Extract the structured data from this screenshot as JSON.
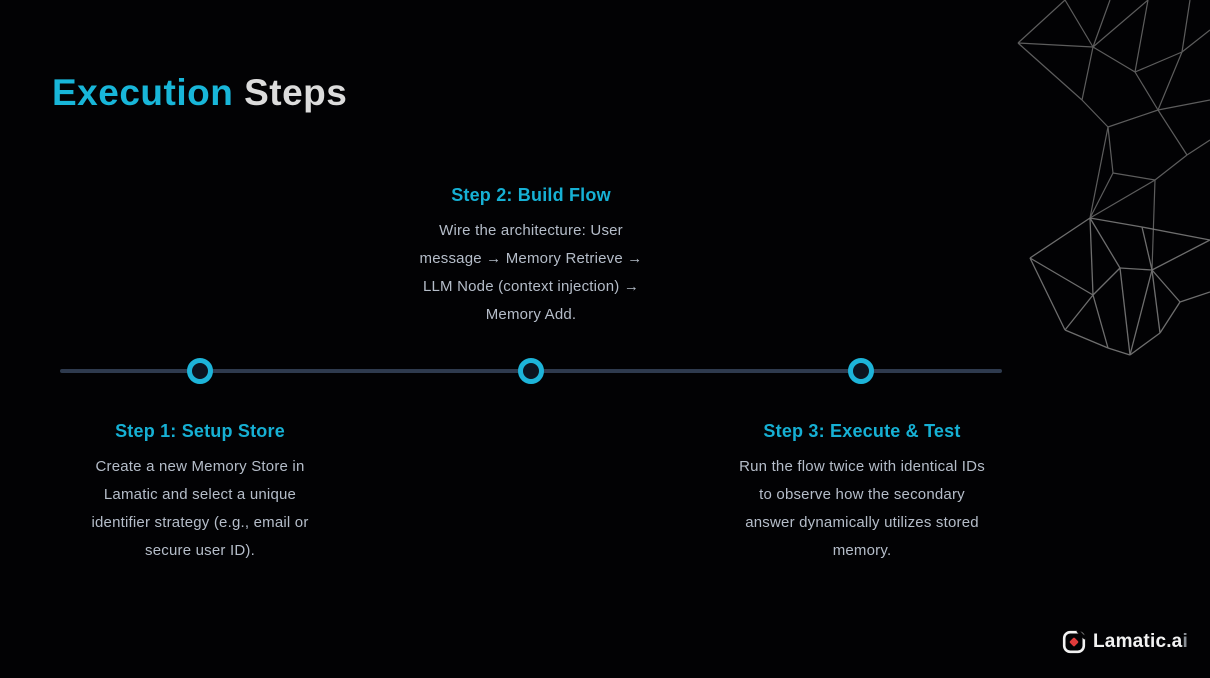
{
  "title": {
    "accent": "Execution",
    "rest": " Steps"
  },
  "steps": [
    {
      "heading": "Step 1: Setup Store",
      "body": "Create a new Memory Store in Lamatic and select a unique identifier strategy (e.g., email or secure user ID)."
    },
    {
      "heading": "Step 2: Build Flow",
      "body": "Wire the architecture: User message → Memory Retrieve → LLM Node (context injection) → Memory Add."
    },
    {
      "heading": "Step 3: Execute & Test",
      "body": "Run the flow twice with identical IDs to observe how the secondary answer dynamically utilizes stored memory."
    }
  ],
  "logo": {
    "text_main": "Lamatic.a",
    "text_tail": "i"
  },
  "colors": {
    "accent_cyan": "#18b6d9",
    "body_text": "#b5bdc9",
    "timeline_line": "#2e3a4e",
    "node_ring": "#1db4d9",
    "background": "#020204",
    "logo_red": "#e13b3b"
  }
}
